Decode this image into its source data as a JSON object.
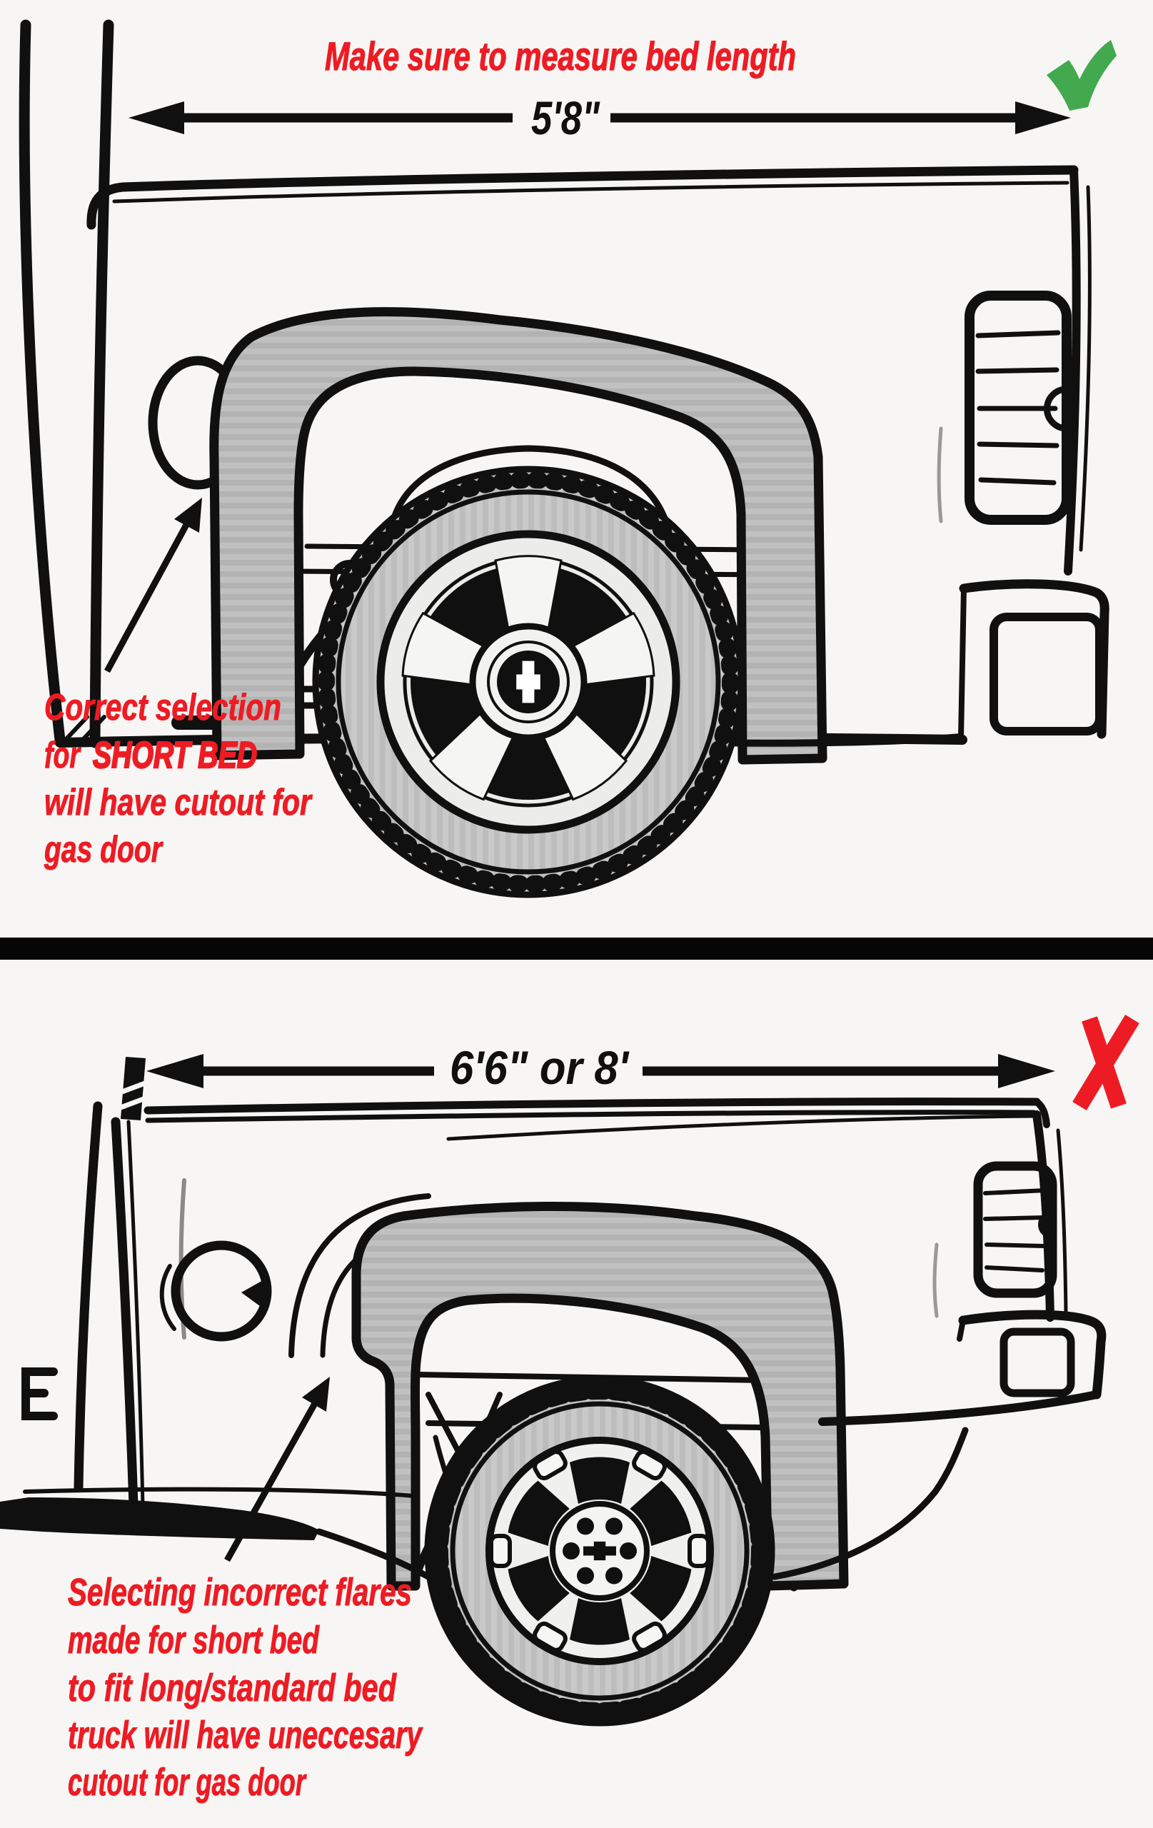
{
  "colors": {
    "red": "#ed1c24",
    "green": "#43a94e",
    "ink": "#101010",
    "flare_gray": "#b9b9b9",
    "tire_gray": "#c4c4c4",
    "background": "#f7f6f4"
  },
  "top_panel": {
    "heading": "Make sure to measure bed length",
    "bed_length_label": "5'8\"",
    "result_icon": "green-checkmark",
    "annotation": {
      "line1": "Correct selection",
      "line2_prefix": "for",
      "line2_emphasis": "SHORT BED",
      "line3": "will have cutout for",
      "line4": "gas door"
    }
  },
  "bottom_panel": {
    "bed_length_label": "6'6\" or 8'",
    "result_icon": "red-x",
    "annotation": {
      "line1": "Selecting incorrect flares",
      "line2": "made for short bed",
      "line3": "to fit long/standard bed",
      "line4": "truck will have uneccesary",
      "line5": "cutout for gas door"
    }
  }
}
